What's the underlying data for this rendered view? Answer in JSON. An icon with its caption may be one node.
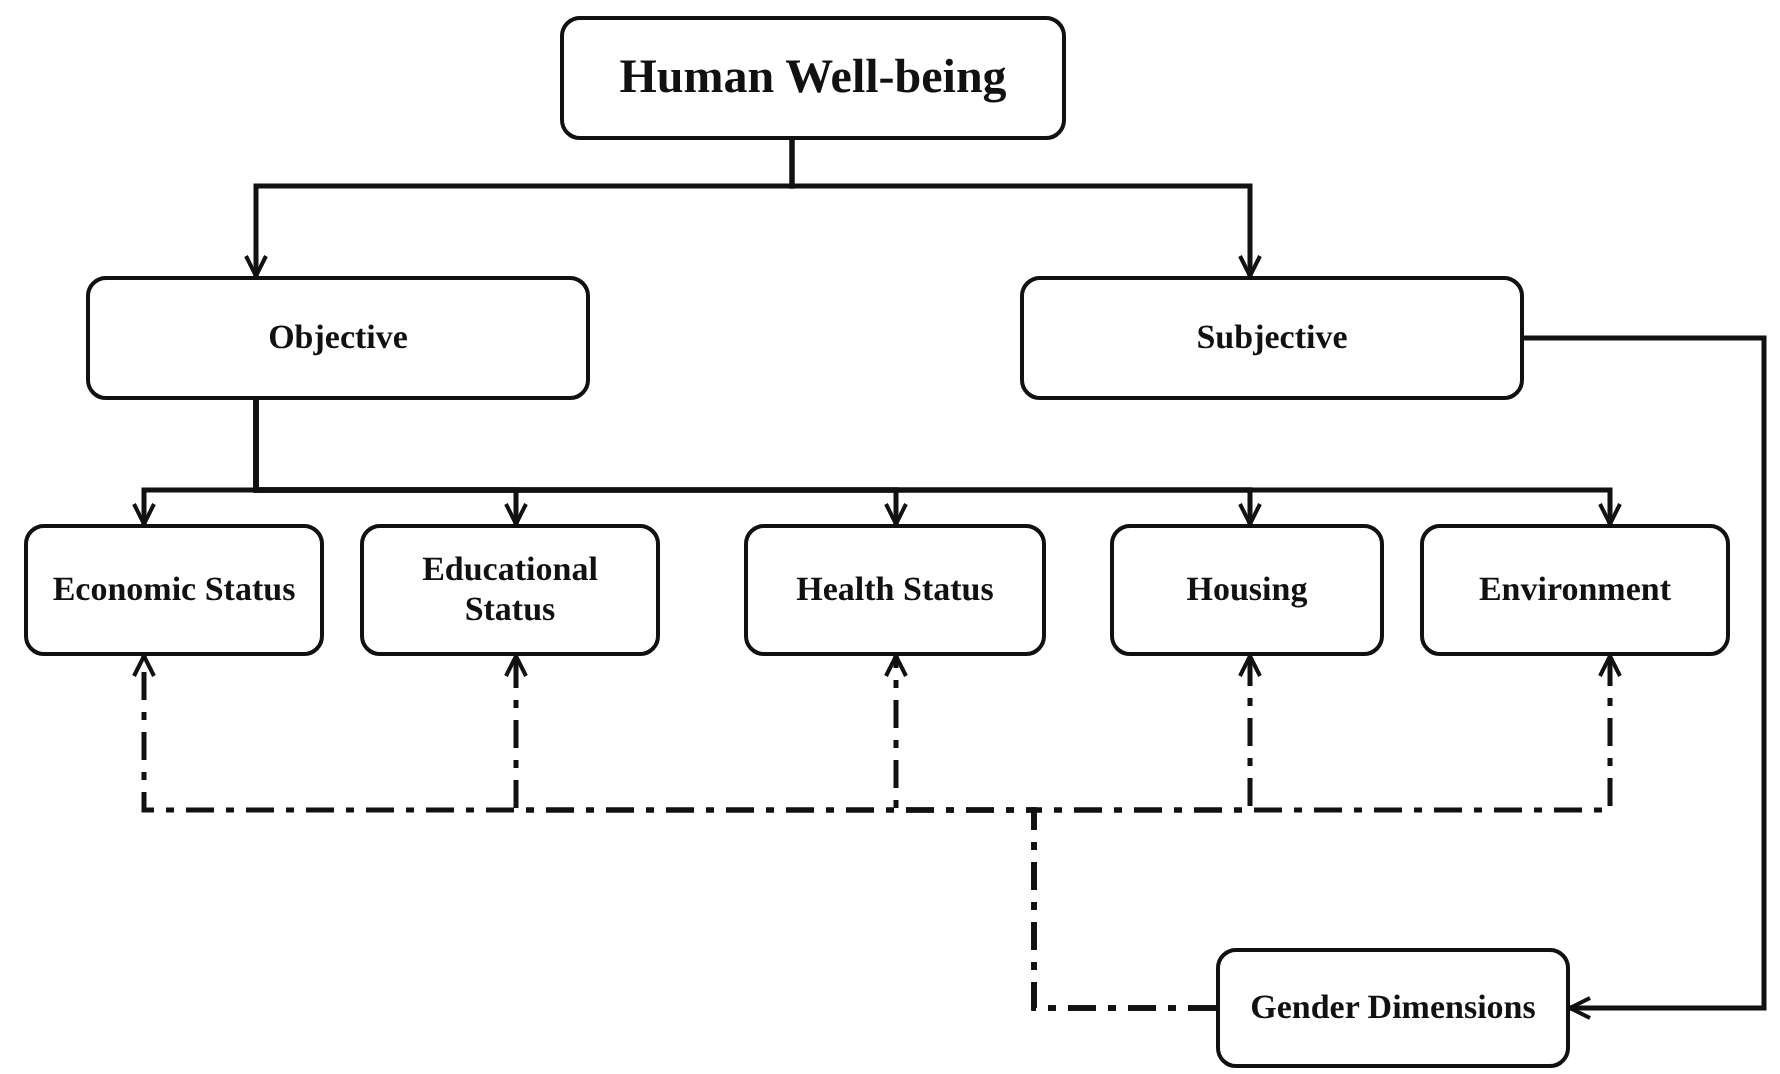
{
  "diagram": {
    "nodes": [
      {
        "text": [
          "Human Well-being"
        ]
      },
      {
        "text": [
          "Objective"
        ]
      },
      {
        "text": [
          "Subjective"
        ]
      },
      {
        "text": [
          "Economic Status"
        ]
      },
      {
        "text": [
          "Educational Status"
        ]
      },
      {
        "text": [
          "Health Status"
        ]
      },
      {
        "text": [
          "Housing"
        ]
      },
      {
        "text": [
          "Environment"
        ]
      },
      {
        "text": [
          "Gender Dimensions"
        ]
      }
    ],
    "edges": [
      {
        "from": 0,
        "to": 1,
        "arrow": "to"
      },
      {
        "from": 0,
        "to": 2,
        "arrow": "to"
      },
      {
        "from": 1,
        "to": 3,
        "arrow": "to"
      },
      {
        "from": 1,
        "to": 4,
        "arrow": "to"
      },
      {
        "from": 1,
        "to": 5,
        "arrow": "to"
      },
      {
        "from": 1,
        "to": 6,
        "arrow": "to"
      },
      {
        "from": 1,
        "to": 7,
        "arrow": "to"
      },
      {
        "from": 2,
        "to": 8,
        "arrow": "to"
      },
      {
        "from": 8,
        "to": 3,
        "arrow": "to",
        "style": "dashed"
      },
      {
        "from": 8,
        "to": 4,
        "arrow": "to",
        "style": "dashed"
      },
      {
        "from": 8,
        "to": 5,
        "arrow": "to",
        "style": "dashed"
      },
      {
        "from": 8,
        "to": 6,
        "arrow": "to",
        "style": "dashed"
      },
      {
        "from": 8,
        "to": 7,
        "arrow": "to",
        "style": "dashed"
      }
    ]
  }
}
